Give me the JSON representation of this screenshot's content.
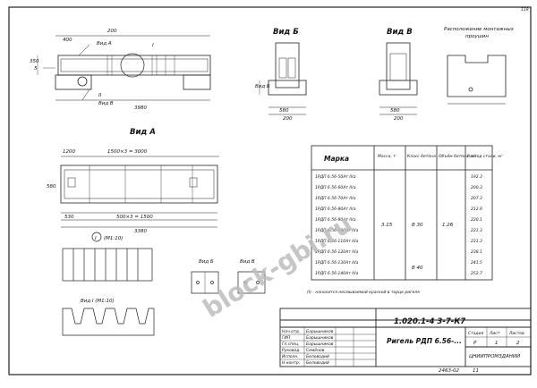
{
  "page_number": "119",
  "views": {
    "view_a_title": "Вид А",
    "view_b_title": "Вид Б",
    "view_v_title": "Вид В",
    "view_b_small": "Вид Б",
    "view_v_small": "Вид В",
    "view_i_title": "Вид I (М1:10)",
    "detail_i_marker": "I",
    "detail_i_scale": "(М1:10)",
    "anchor_title_line1": "Расположение монтажных",
    "anchor_title_line2": "проушин"
  },
  "dims": {
    "top_length": "3980",
    "top_left_a": "200",
    "top_left_b": "400",
    "vid_a_label": "Вид А",
    "vid_v_label": "Вид В",
    "section_mark_1": "I",
    "section_mark_2": "II",
    "height_5": "5",
    "width_350": "350",
    "viewA_1200": "1200",
    "viewA_span": "1500×3 = 3000",
    "viewA_530": "530",
    "viewA_bottom": "500×3 = 1500",
    "viewA_total": "3380",
    "viewA_580": "580",
    "viewB_580": "580",
    "viewB_200": "200",
    "viewV_580": "580",
    "viewV_200": "200"
  },
  "table": {
    "headers": [
      "Марка",
      "Масса, т",
      "Класс бетона",
      "Объём бетона, м³",
      "Расход стали, кг"
    ],
    "rows": [
      {
        "mark": "1РДП 6.56-50Ат IVа",
        "steel": "192.3"
      },
      {
        "mark": "1РДП 6.56-60Ат IVа",
        "steel": "200.3"
      },
      {
        "mark": "1РДП 6.56-70Ат IVа",
        "steel": "207.3"
      },
      {
        "mark": "1РДП 6.56-80Ат IVа",
        "steel": "212.9"
      },
      {
        "mark": "1РДП 6.56-90Ат IVа",
        "steel": "220.1"
      },
      {
        "mark": "1РДП 6.56-100Ат IVа",
        "steel": "221.3"
      },
      {
        "mark": "1РДП 6.56-110Ат IVа",
        "steel": "231.3"
      },
      {
        "mark": "1РДП 6.56-120Ат IVа",
        "steel": "238.1"
      },
      {
        "mark": "1РДП 6.56-130Ат IVа",
        "steel": "241.5"
      },
      {
        "mark": "1РДП 6.56-140Ат IVа",
        "steel": "252.7"
      }
    ],
    "mass": "3.15",
    "concrete_class_a": "В 30",
    "concrete_class_b": "В 40",
    "volume": "1.26"
  },
  "note": "(I) - наносится несмываемой краской в торце ригеля",
  "stamp": {
    "code": "1.020.1-4 3-7-К7",
    "title": "Ригель РДП 6.56-...",
    "stage_header": [
      "Стадия",
      "Лист",
      "Листов"
    ],
    "stage_values": [
      "Р",
      "1",
      "2"
    ],
    "org": "ЦНИИПРОМЗДАНИЙ",
    "roles": [
      "Нач.отд.",
      "ГИП",
      "Гл.спец.",
      "Руковод.",
      "Исполн.",
      "Н.контр."
    ],
    "names": [
      "Барышников",
      "Барышников",
      "Барышников",
      "Семёнов",
      "Беловодий",
      "Беловодий"
    ],
    "footer": "2463-02",
    "footer_sheet": "11"
  },
  "watermark": "block-gbi.ru"
}
